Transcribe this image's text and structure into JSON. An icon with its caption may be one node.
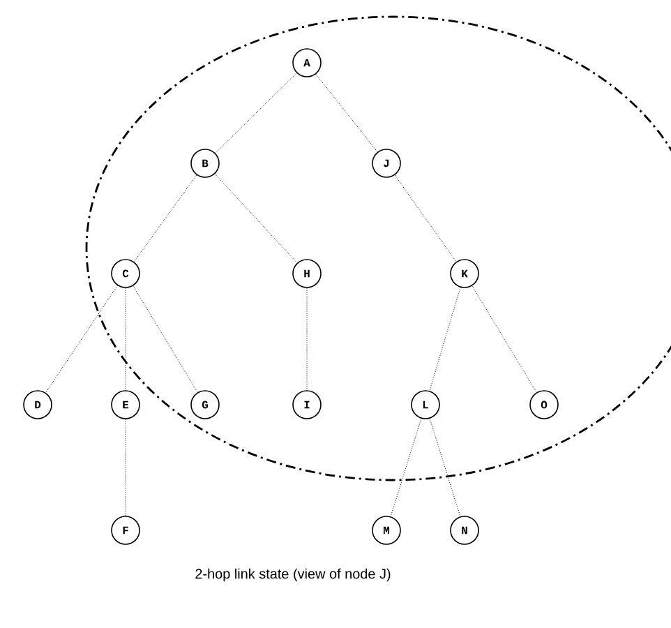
{
  "diagram": {
    "caption": "2-hop link state (view of node J)",
    "nodes": [
      {
        "text": [
          "A"
        ]
      },
      {
        "text": [
          "B"
        ]
      },
      {
        "text": [
          "J"
        ]
      },
      {
        "text": [
          "C"
        ]
      },
      {
        "text": [
          "H"
        ]
      },
      {
        "text": [
          "K"
        ]
      },
      {
        "text": [
          "D"
        ]
      },
      {
        "text": [
          "E"
        ]
      },
      {
        "text": [
          "G"
        ]
      },
      {
        "text": [
          "I"
        ]
      },
      {
        "text": [
          "L"
        ]
      },
      {
        "text": [
          "O"
        ]
      },
      {
        "text": [
          "F"
        ]
      },
      {
        "text": [
          "M"
        ]
      },
      {
        "text": [
          "N"
        ]
      }
    ],
    "edges": [
      {
        "from": 0,
        "to": 1,
        "arrow": "none"
      },
      {
        "from": 0,
        "to": 2,
        "arrow": "none"
      },
      {
        "from": 1,
        "to": 3,
        "arrow": "none"
      },
      {
        "from": 1,
        "to": 4,
        "arrow": "none"
      },
      {
        "from": 2,
        "to": 5,
        "arrow": "none"
      },
      {
        "from": 3,
        "to": 6,
        "arrow": "none"
      },
      {
        "from": 3,
        "to": 7,
        "arrow": "none"
      },
      {
        "from": 3,
        "to": 8,
        "arrow": "none"
      },
      {
        "from": 4,
        "to": 9,
        "arrow": "none"
      },
      {
        "from": 5,
        "to": 10,
        "arrow": "none"
      },
      {
        "from": 5,
        "to": 11,
        "arrow": "none"
      },
      {
        "from": 7,
        "to": 12,
        "arrow": "none"
      },
      {
        "from": 10,
        "to": 13,
        "arrow": "none"
      },
      {
        "from": 10,
        "to": 14,
        "arrow": "none"
      }
    ]
  }
}
